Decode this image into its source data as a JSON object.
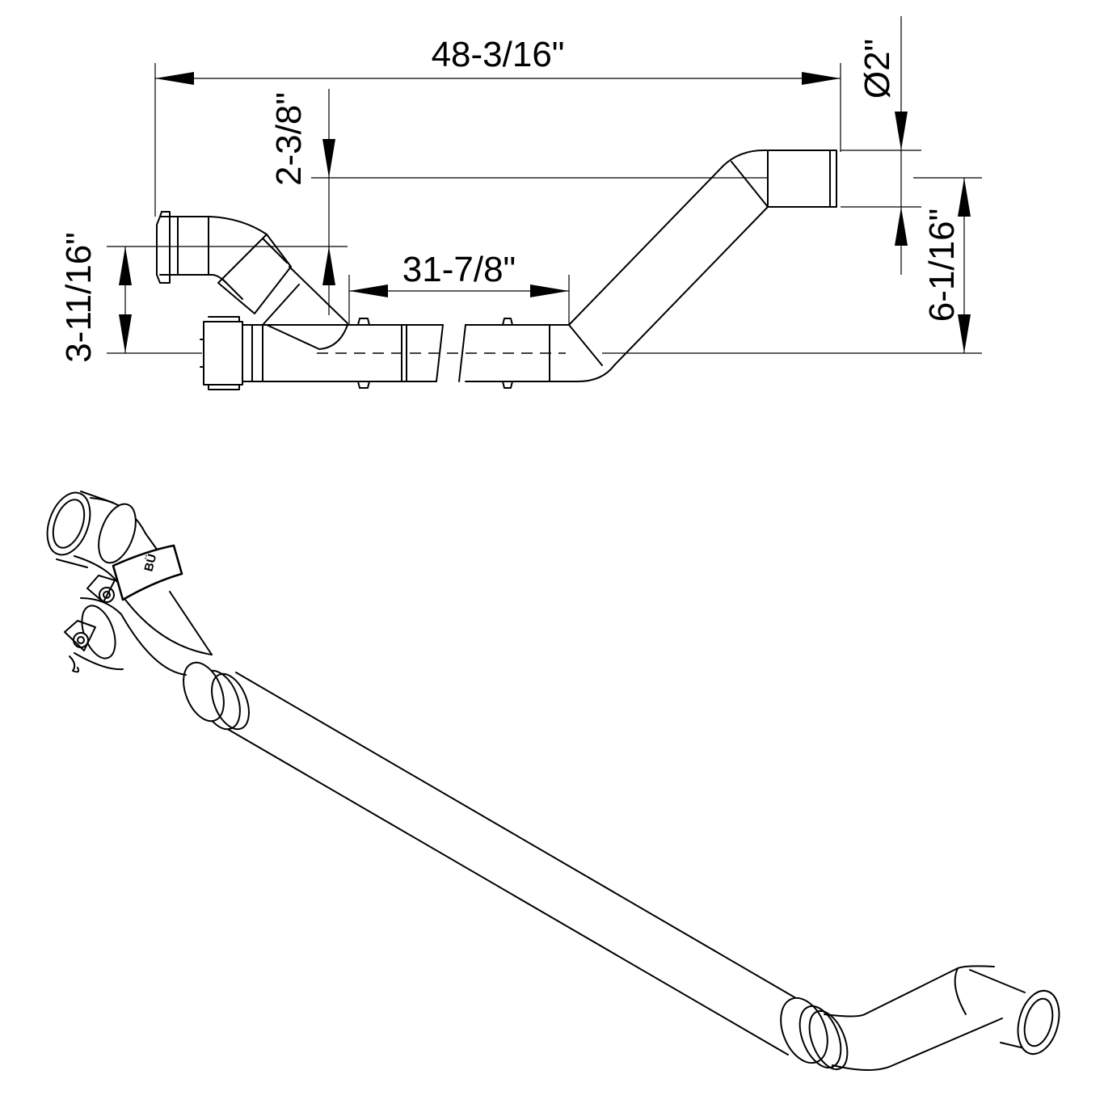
{
  "dimensions": {
    "overall_length": "48-3/16\"",
    "top_offset": "2-3/8\"",
    "left_offset": "3-11/16\"",
    "pipe_length": "31-7/8\"",
    "diameter": "Ø2\"",
    "right_offset": "6-1/16\""
  },
  "brand_mark": "BÜ"
}
